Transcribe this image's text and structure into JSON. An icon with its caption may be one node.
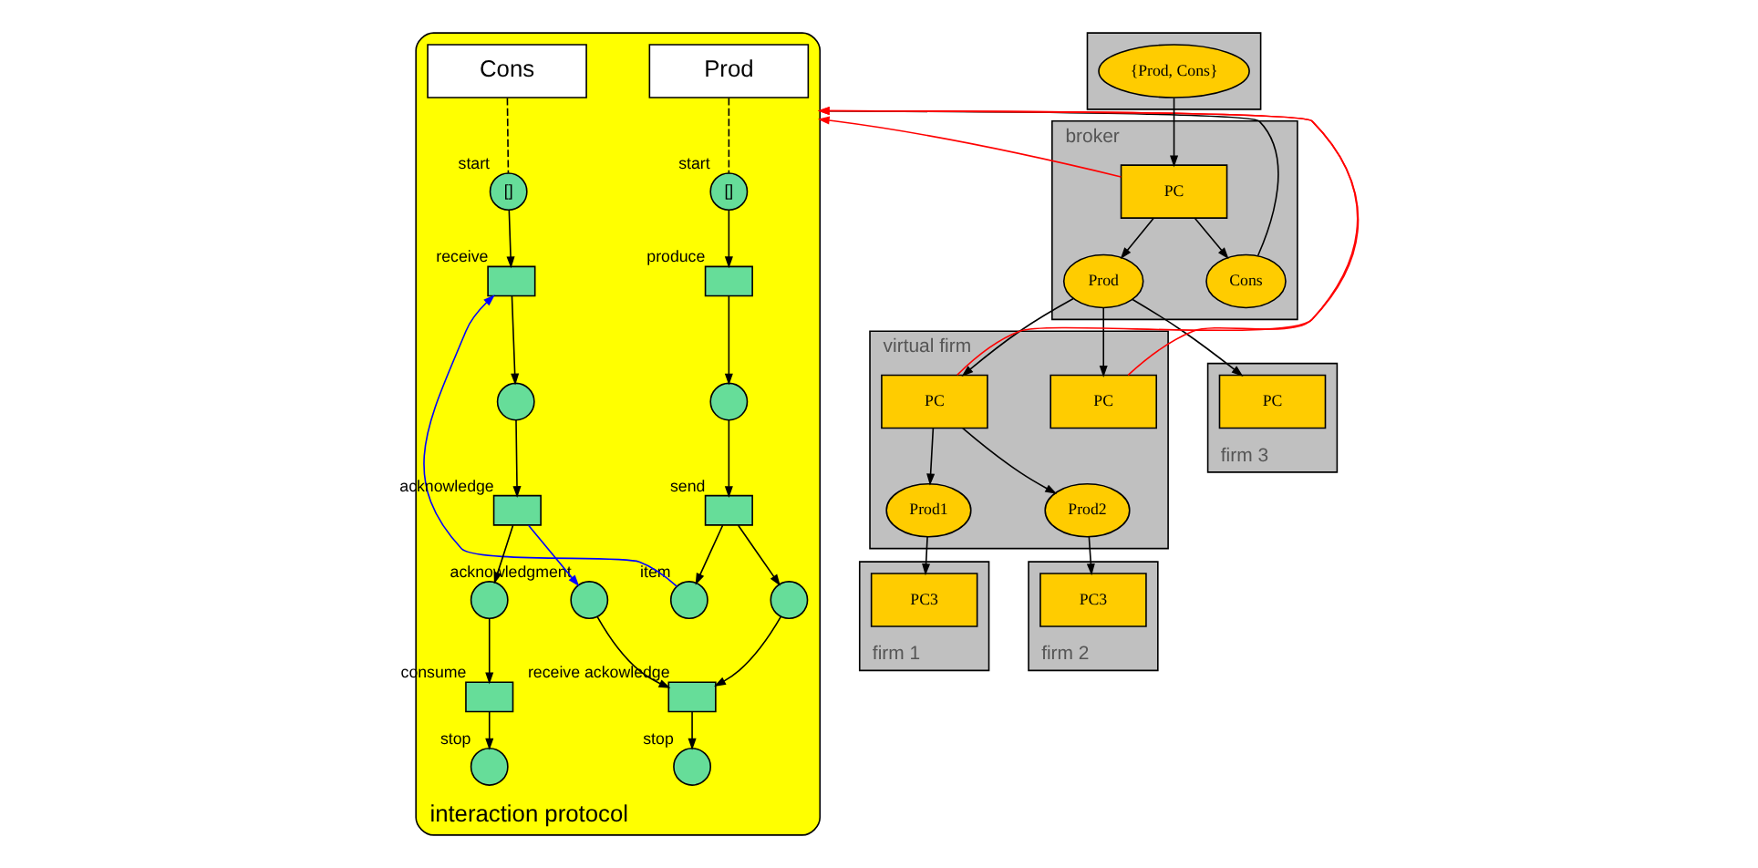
{
  "diagram": {
    "nodes": [
      {
        "text": [
          "broker"
        ]
      },
      {
        "text": [
          "PC"
        ],
        "in": 0
      },
      {
        "text": [
          "Prod"
        ],
        "in": 0
      },
      {
        "text": [
          "Cons"
        ],
        "in": 0
      },
      {
        "text": [
          "virtual firm"
        ]
      },
      {
        "text": [
          "PC"
        ],
        "in": 4
      },
      {
        "text": [
          "PC"
        ],
        "in": 4
      },
      {
        "text": [
          "Prod1"
        ],
        "in": 4
      },
      {
        "text": [
          "Prod2"
        ],
        "in": 4
      },
      {
        "text": [
          "firm 3"
        ]
      },
      {
        "text": [
          "PC"
        ],
        "in": 9
      },
      {
        "text": [
          "firm 1"
        ]
      },
      {
        "text": [
          "PC3"
        ],
        "in": 11
      },
      {
        "text": [
          "firm 2"
        ]
      },
      {
        "text": [
          "PC3"
        ],
        "in": 13
      },
      {
        "text": [],
        "shape": "box"
      },
      {
        "text": [
          "{Prod, Cons}"
        ],
        "in": 15
      },
      {
        "text": [
          "interaction protocol"
        ]
      },
      {
        "text": [
          "Prod"
        ],
        "in": 17
      },
      {
        "text": [
          "Cons"
        ],
        "in": 17
      },
      {
        "text": [
          "[]"
        ],
        "beside": [
          "start"
        ],
        "in": 17
      },
      {
        "text": [],
        "shape": "box",
        "beside": [
          "produce"
        ],
        "in": 17
      },
      {
        "text": [],
        "shape": "circle",
        "in": 17
      },
      {
        "text": [],
        "shape": "box",
        "beside": [
          "send"
        ],
        "in": 17
      },
      {
        "text": [],
        "shape": "circle",
        "in": 17
      },
      {
        "text": [],
        "shape": "box",
        "beside": [
          "receive ackowledge"
        ],
        "in": 17
      },
      {
        "text": [],
        "shape": "circle",
        "beside": [
          "stop"
        ],
        "in": 17
      },
      {
        "text": [],
        "shape": "circle",
        "beside": [
          "item"
        ],
        "in": 17
      },
      {
        "text": [],
        "shape": "circle",
        "beside": [
          "acknowledgment"
        ],
        "in": 17
      },
      {
        "text": [
          "[]"
        ],
        "beside": [
          "start"
        ],
        "in": 17
      },
      {
        "text": [],
        "shape": "box",
        "beside": [
          "receive"
        ],
        "in": 17
      },
      {
        "text": [],
        "shape": "circle",
        "in": 17
      },
      {
        "text": [],
        "shape": "box",
        "beside": [
          "acknowledge"
        ],
        "in": 17
      },
      {
        "text": [],
        "shape": "circle",
        "in": 17
      },
      {
        "text": [],
        "shape": "box",
        "beside": [
          "consume"
        ],
        "in": 17
      },
      {
        "text": [],
        "shape": "circle",
        "beside": [
          "stop"
        ],
        "in": 17
      }
    ],
    "edges": [
      {
        "from": 1,
        "to": 2,
        "arrow": "to"
      },
      {
        "from": 1,
        "to": 3,
        "arrow": "to"
      },
      {
        "from": 2,
        "to": 10,
        "arrow": "to"
      },
      {
        "from": 2,
        "to": 5,
        "arrow": "to"
      },
      {
        "from": 2,
        "to": 6,
        "arrow": "to"
      },
      {
        "from": 6,
        "to": 7,
        "arrow": "to"
      },
      {
        "from": 6,
        "to": 8,
        "arrow": "to"
      },
      {
        "from": 7,
        "to": 12,
        "arrow": "to"
      },
      {
        "from": 8,
        "to": 14,
        "arrow": "to"
      },
      {
        "from": 16,
        "to": 1,
        "arrow": "to"
      },
      {
        "from": 3,
        "to": 17,
        "arrow": "none"
      },
      {
        "from": 1,
        "to": 17,
        "arrow": "to",
        "color": "#ff0000"
      },
      {
        "from": 6,
        "to": 17,
        "arrow": "to",
        "color": "#ff0000"
      },
      {
        "from": 5,
        "to": 17,
        "arrow": "to",
        "color": "#ff0000"
      },
      {
        "from": 18,
        "to": 20,
        "arrow": "none",
        "style": "dashed"
      },
      {
        "from": 19,
        "to": 29,
        "arrow": "none",
        "style": "dashed"
      },
      {
        "from": 20,
        "to": 21,
        "arrow": "to"
      },
      {
        "from": 21,
        "to": 22,
        "arrow": "to"
      },
      {
        "from": 22,
        "to": 23,
        "arrow": "to"
      },
      {
        "from": 23,
        "to": 24,
        "arrow": "to"
      },
      {
        "from": 24,
        "to": 25,
        "arrow": "to"
      },
      {
        "from": 25,
        "to": 26,
        "arrow": "to"
      },
      {
        "from": 23,
        "to": 27,
        "arrow": "to"
      },
      {
        "from": 27,
        "to": 30,
        "arrow": "to",
        "color": "#0000ff"
      },
      {
        "from": 29,
        "to": 30,
        "arrow": "to"
      },
      {
        "from": 30,
        "to": 31,
        "arrow": "to"
      },
      {
        "from": 31,
        "to": 32,
        "arrow": "to"
      },
      {
        "from": 32,
        "to": 28,
        "arrow": "to",
        "color": "#0000ff"
      },
      {
        "from": 28,
        "to": 25,
        "arrow": "to"
      },
      {
        "from": 32,
        "to": 33,
        "arrow": "to"
      },
      {
        "from": 33,
        "to": 34,
        "arrow": "to"
      },
      {
        "from": 34,
        "to": 35,
        "arrow": "to"
      }
    ]
  }
}
